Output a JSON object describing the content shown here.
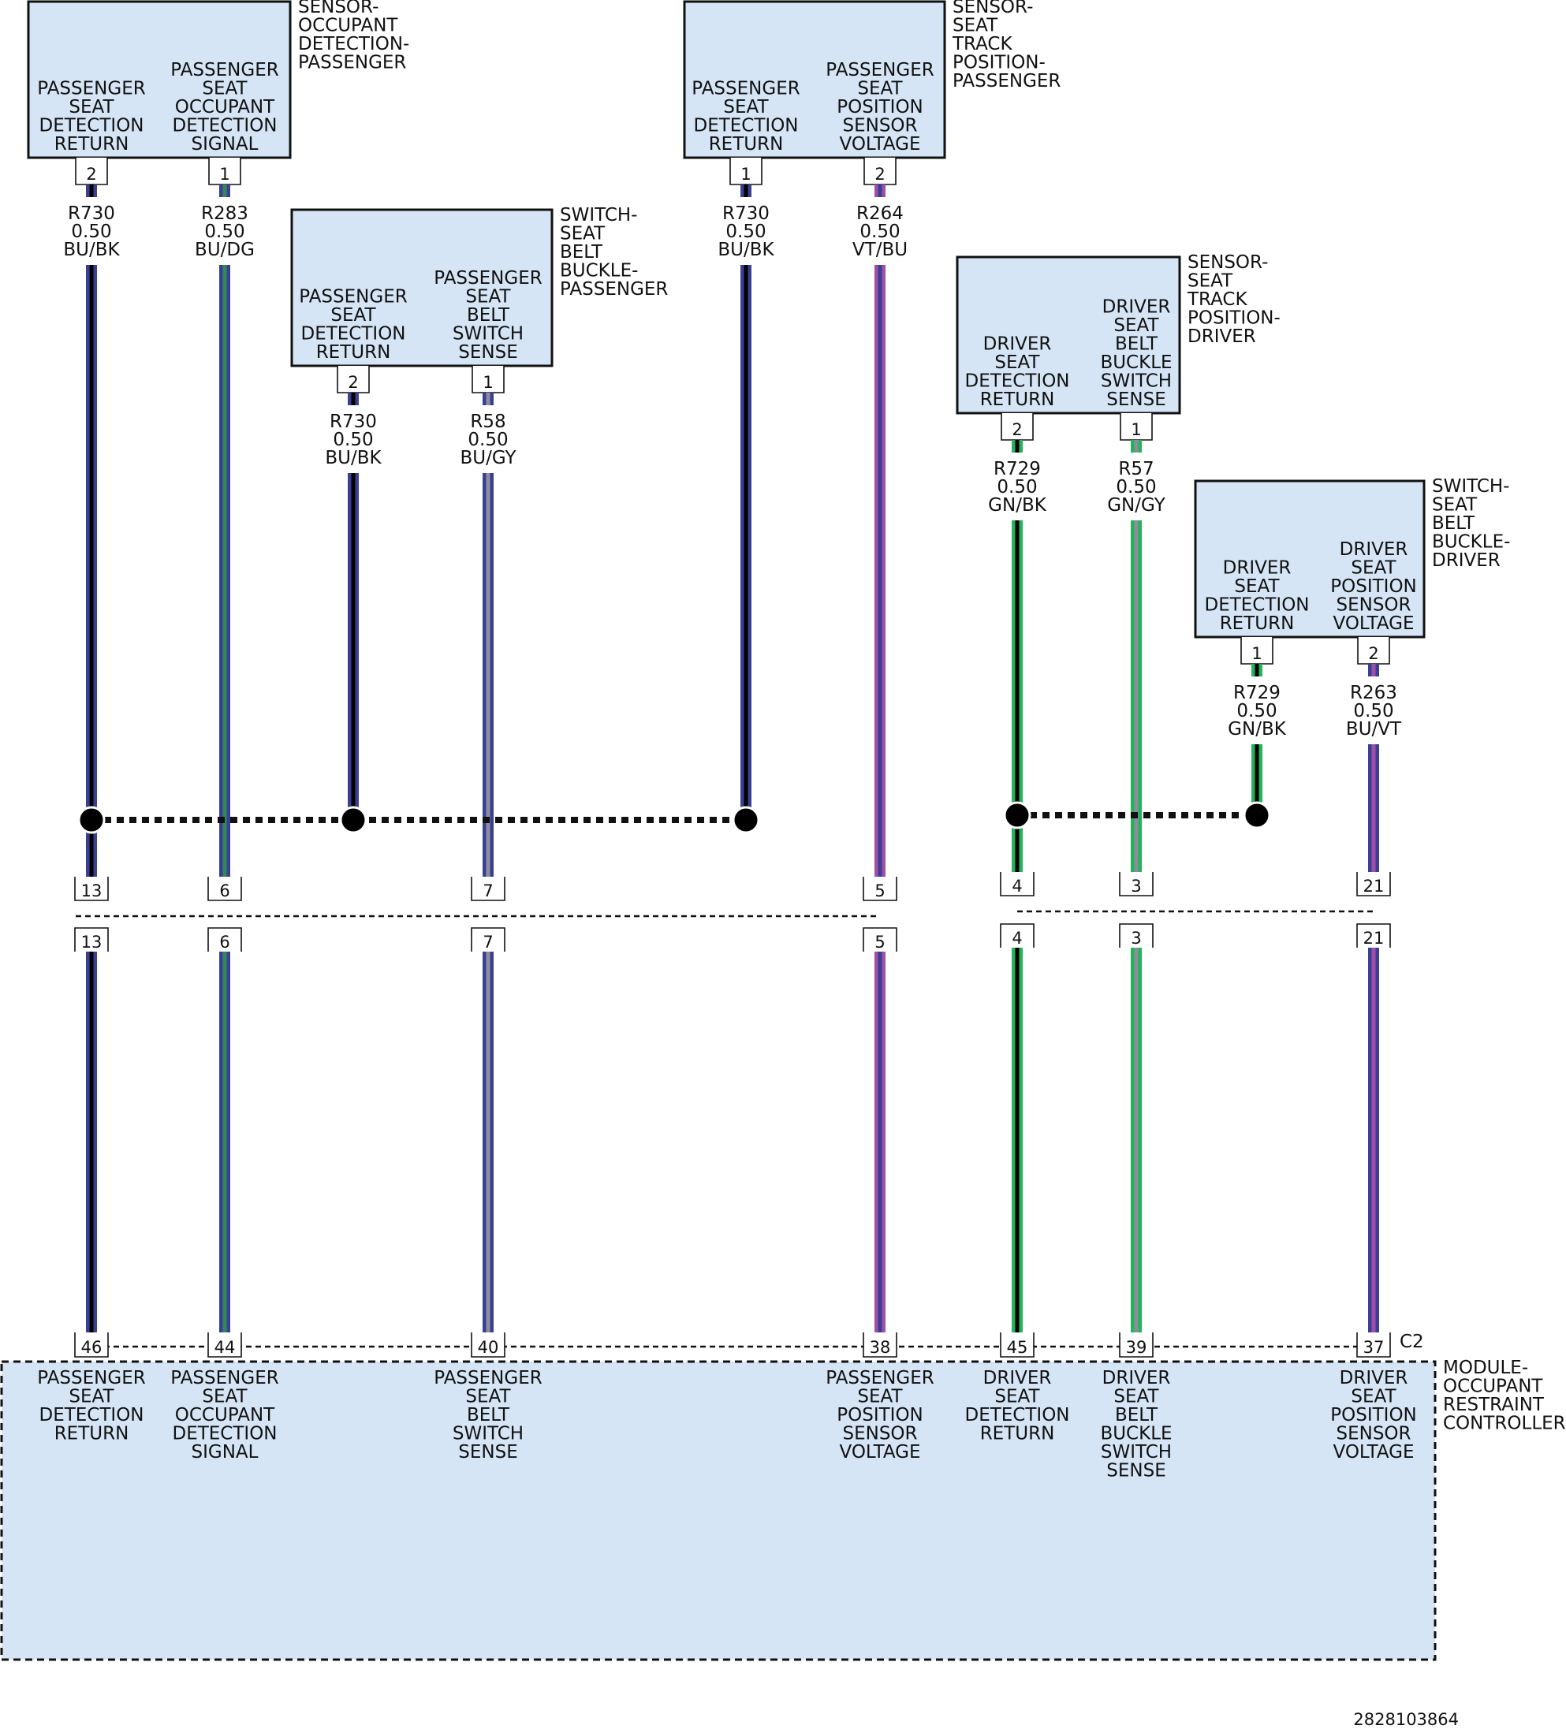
{
  "colors": {
    "box_fill": "#d5e5f5",
    "BU": "#3a3f93",
    "BK": "#000000",
    "DG": "#2e8b57",
    "GY": "#8d8d9e",
    "VT": "#a04fa8",
    "GN": "#24b35a",
    "RD": "#e0263a"
  },
  "components": [
    {
      "id": "sod",
      "name_lines": [
        "SENSOR-",
        "OCCUPANT",
        "DETECTION-",
        "PASSENGER"
      ],
      "pins": [
        {
          "func": [
            "PASSENGER",
            "SEAT",
            "DETECTION",
            "RETURN"
          ],
          "pin": "2"
        },
        {
          "func": [
            "PASSENGER",
            "SEAT",
            "OCCUPANT",
            "DETECTION",
            "SIGNAL"
          ],
          "pin": "1"
        }
      ]
    },
    {
      "id": "stp",
      "name_lines": [
        "SENSOR-",
        "SEAT",
        "TRACK",
        "POSITION-",
        "PASSENGER"
      ],
      "pins": [
        {
          "func": [
            "PASSENGER",
            "SEAT",
            "DETECTION",
            "RETURN"
          ],
          "pin": "1"
        },
        {
          "func": [
            "PASSENGER",
            "SEAT",
            "POSITION",
            "SENSOR",
            "VOLTAGE"
          ],
          "pin": "2"
        }
      ]
    },
    {
      "id": "sbp",
      "name_lines": [
        "SWITCH-",
        "SEAT",
        "BELT",
        "BUCKLE-",
        "PASSENGER"
      ],
      "pins": [
        {
          "func": [
            "PASSENGER",
            "SEAT",
            "DETECTION",
            "RETURN"
          ],
          "pin": "2"
        },
        {
          "func": [
            "PASSENGER",
            "SEAT",
            "BELT",
            "SWITCH",
            "SENSE"
          ],
          "pin": "1"
        }
      ]
    },
    {
      "id": "std",
      "name_lines": [
        "SENSOR-",
        "SEAT",
        "TRACK",
        "POSITION-",
        "DRIVER"
      ],
      "pins": [
        {
          "func": [
            "DRIVER",
            "SEAT",
            "DETECTION",
            "RETURN"
          ],
          "pin": "2"
        },
        {
          "func": [
            "DRIVER",
            "SEAT",
            "BELT",
            "BUCKLE",
            "SWITCH",
            "SENSE"
          ],
          "pin": "1"
        }
      ]
    },
    {
      "id": "sbd",
      "name_lines": [
        "SWITCH-",
        "SEAT",
        "BELT",
        "BUCKLE-",
        "DRIVER"
      ],
      "pins": [
        {
          "func": [
            "DRIVER",
            "SEAT",
            "DETECTION",
            "RETURN"
          ],
          "pin": "1"
        },
        {
          "func": [
            "DRIVER",
            "SEAT",
            "POSITION",
            "SENSOR",
            "VOLTAGE"
          ],
          "pin": "2"
        }
      ]
    }
  ],
  "wires": [
    {
      "comp": "sod",
      "pin": 0,
      "circuit": "R730",
      "gauge": "0.50",
      "color": "BU/BK",
      "inline_pin": "13",
      "module_pin": "46"
    },
    {
      "comp": "sod",
      "pin": 1,
      "circuit": "R283",
      "gauge": "0.50",
      "color": "BU/DG",
      "inline_pin": "6",
      "module_pin": "44"
    },
    {
      "comp": "sbp",
      "pin": 0,
      "circuit": "R730",
      "gauge": "0.50",
      "color": "BU/BK",
      "inline_pin": null,
      "module_pin": null
    },
    {
      "comp": "sbp",
      "pin": 1,
      "circuit": "R58",
      "gauge": "0.50",
      "color": "BU/GY",
      "inline_pin": "7",
      "module_pin": "40"
    },
    {
      "comp": "stp",
      "pin": 0,
      "circuit": "R730",
      "gauge": "0.50",
      "color": "BU/BK",
      "inline_pin": null,
      "module_pin": null
    },
    {
      "comp": "stp",
      "pin": 1,
      "circuit": "R264",
      "gauge": "0.50",
      "color": "VT/BU",
      "inline_pin": "5",
      "module_pin": "38"
    },
    {
      "comp": "std",
      "pin": 0,
      "circuit": "R729",
      "gauge": "0.50",
      "color": "GN/BK",
      "inline_pin": "4",
      "module_pin": "45"
    },
    {
      "comp": "std",
      "pin": 1,
      "circuit": "R57",
      "gauge": "0.50",
      "color": "GN/GY",
      "inline_pin": "3",
      "module_pin": "39"
    },
    {
      "comp": "sbd",
      "pin": 0,
      "circuit": "R729",
      "gauge": "0.50",
      "color": "GN/BK",
      "inline_pin": null,
      "module_pin": null
    },
    {
      "comp": "sbd",
      "pin": 1,
      "circuit": "R263",
      "gauge": "0.50",
      "color": "BU/VT",
      "inline_pin": "21",
      "module_pin": "37"
    }
  ],
  "splices": [
    {
      "members": [
        "sod.0",
        "sbp.0",
        "stp.0"
      ]
    },
    {
      "members": [
        "std.0",
        "sbd.0"
      ]
    }
  ],
  "module": {
    "name_lines": [
      "MODULE-",
      "OCCUPANT",
      "RESTRAINT",
      "CONTROLLER"
    ],
    "connector": "C2",
    "pins": [
      {
        "pin": "46",
        "func": [
          "PASSENGER",
          "SEAT",
          "DETECTION",
          "RETURN"
        ]
      },
      {
        "pin": "44",
        "func": [
          "PASSENGER",
          "SEAT",
          "OCCUPANT",
          "DETECTION",
          "SIGNAL"
        ]
      },
      {
        "pin": "40",
        "func": [
          "PASSENGER",
          "SEAT",
          "BELT",
          "SWITCH",
          "SENSE"
        ]
      },
      {
        "pin": "38",
        "func": [
          "PASSENGER",
          "SEAT",
          "POSITION",
          "SENSOR",
          "VOLTAGE"
        ]
      },
      {
        "pin": "45",
        "func": [
          "DRIVER",
          "SEAT",
          "DETECTION",
          "RETURN"
        ]
      },
      {
        "pin": "39",
        "func": [
          "DRIVER",
          "SEAT",
          "BELT",
          "BUCKLE",
          "SWITCH",
          "SENSE"
        ]
      },
      {
        "pin": "37",
        "func": [
          "DRIVER",
          "SEAT",
          "POSITION",
          "SENSOR",
          "VOLTAGE"
        ]
      }
    ]
  },
  "figure_id": "2828103864"
}
